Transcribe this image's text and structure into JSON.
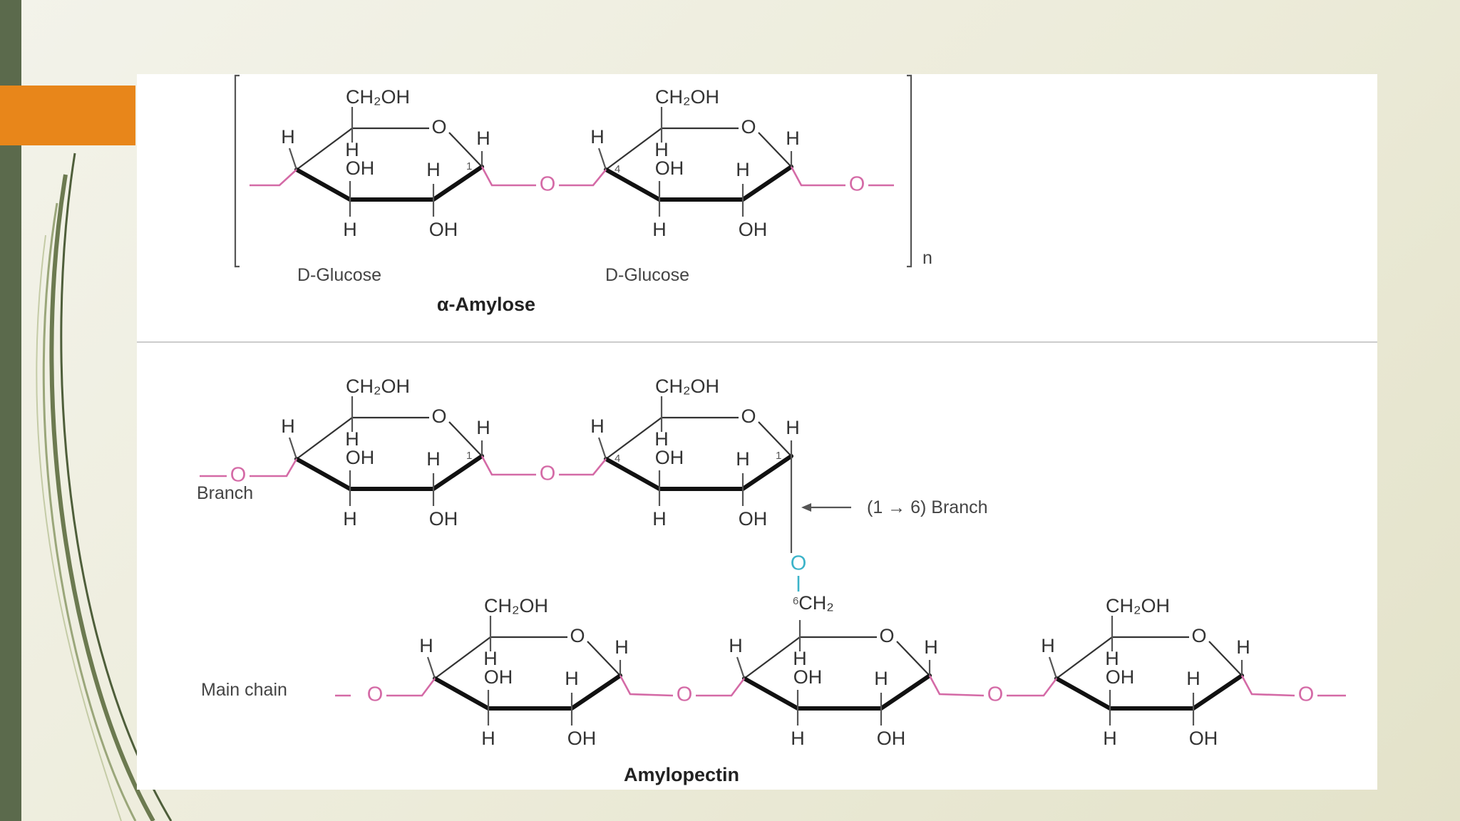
{
  "colors": {
    "accent": "#e8861a",
    "side_bar": "#5b6a4c",
    "glycosidic_bond": "#d46aa6",
    "branch_bond": "#3bb3c9"
  },
  "atoms": {
    "ch2oh": "CH₂OH",
    "h": "H",
    "oh": "OH",
    "o": "O",
    "ch2": "CH₂"
  },
  "amylose": {
    "unit_label": "D-Glucose",
    "title": "α-Amylose",
    "repeat": "n",
    "carbon_1": "1",
    "carbon_4": "4"
  },
  "amylopectin": {
    "branch_label": "Branch",
    "branch_link": "(1 → 6) Branch",
    "main_chain_label": "Main chain",
    "carbon_1": "1",
    "carbon_4": "4",
    "carbon_6": "6",
    "title": "Amylopectin"
  }
}
